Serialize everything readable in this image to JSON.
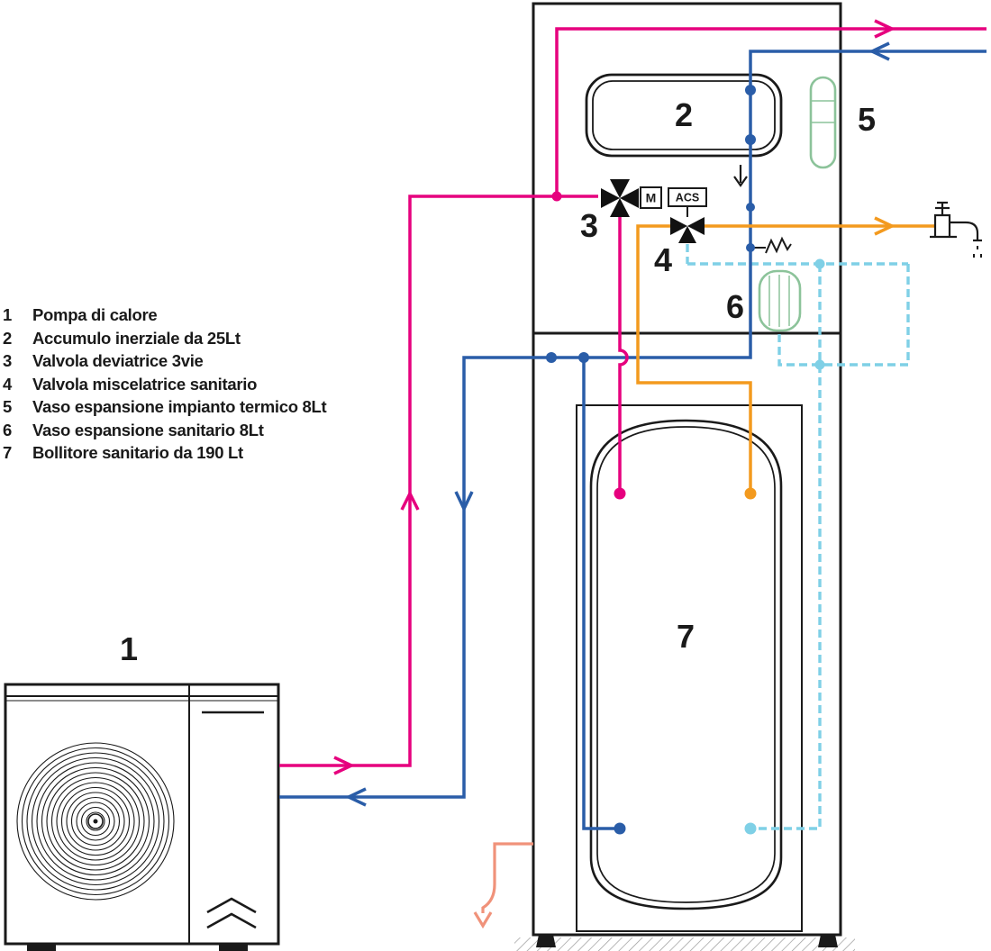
{
  "legend": {
    "items": [
      {
        "num": "1",
        "label": "Pompa di calore"
      },
      {
        "num": "2",
        "label": "Accumulo inerziale da 25Lt"
      },
      {
        "num": "3",
        "label": "Valvola deviatrice 3vie"
      },
      {
        "num": "4",
        "label": "Valvola miscelatrice sanitario"
      },
      {
        "num": "5",
        "label": "Vaso espansione impianto termico 8Lt"
      },
      {
        "num": "6",
        "label": "Vaso espansione sanitario 8Lt"
      },
      {
        "num": "7",
        "label": "Bollitore sanitario da 190 Lt"
      }
    ]
  },
  "components": {
    "heat_pump": {
      "label": "1"
    },
    "buffer_tank": {
      "label": "2"
    },
    "diverter_valve": {
      "label": "3",
      "actuator": "M"
    },
    "mixing_valve": {
      "label": "4",
      "tag": "ACS"
    },
    "heating_expansion_vessel": {
      "label": "5"
    },
    "dhw_expansion_vessel": {
      "label": "6"
    },
    "dhw_tank": {
      "label": "7"
    }
  },
  "colors": {
    "heating_flow": "#e6007e",
    "heating_return": "#2a5da8",
    "dhw_hot": "#f39a1e",
    "cold_water": "#7fd0e6",
    "drain": "#f0927a",
    "vessel_green": "#8cc39a",
    "outline": "#1a1a1a"
  },
  "icons": {
    "faucet": "faucet-icon",
    "safety_valve": "safety-valve-icon",
    "flow_direction": "down-arrow-icon",
    "fan": "fan-icon"
  }
}
